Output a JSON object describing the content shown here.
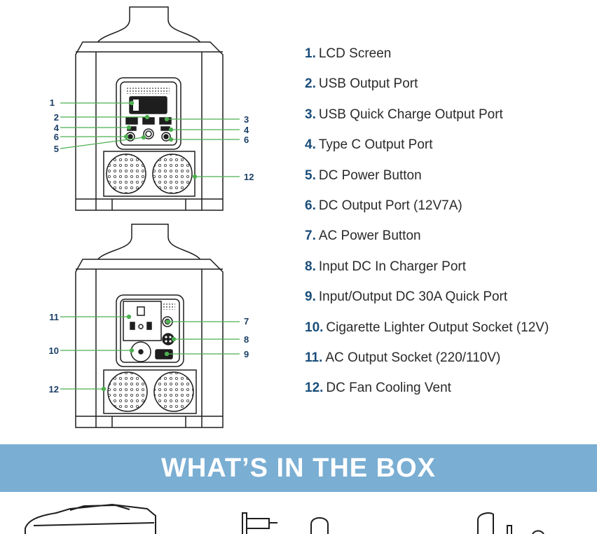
{
  "front_view": {
    "callouts_left": [
      "1",
      "2",
      "4",
      "6",
      "5"
    ],
    "callouts_right": [
      "3",
      "4",
      "6",
      "12"
    ]
  },
  "back_view": {
    "callouts_left": [
      "11",
      "10",
      "12"
    ],
    "callouts_right": [
      "7",
      "8",
      "9"
    ]
  },
  "legend": [
    {
      "num": "1.",
      "label": "LCD Screen"
    },
    {
      "num": "2.",
      "label": "USB Output Port"
    },
    {
      "num": "3.",
      "label": "USB Quick Charge Output Port"
    },
    {
      "num": "4.",
      "label": "Type C Output Port"
    },
    {
      "num": "5.",
      "label": "DC Power Button"
    },
    {
      "num": "6.",
      "label": "DC Output Port (12V7A)"
    },
    {
      "num": "7.",
      "label": "AC Power Button"
    },
    {
      "num": "8.",
      "label": "Input DC In Charger Port"
    },
    {
      "num": "9.",
      "label": "Input/Output DC 30A Quick Port"
    },
    {
      "num": "10.",
      "label": "Cigarette Lighter Output Socket (12V)"
    },
    {
      "num": "11.",
      "label": "AC Output Socket (220/110V)"
    },
    {
      "num": "12.",
      "label": "DC Fan Cooling Vent"
    }
  ],
  "banner": {
    "title": "WHAT’S IN THE BOX"
  },
  "colors": {
    "leader": "#4caf50",
    "callout": "#1b3f66",
    "banner": "#7aaed3",
    "outline": "#1e1e1e"
  }
}
